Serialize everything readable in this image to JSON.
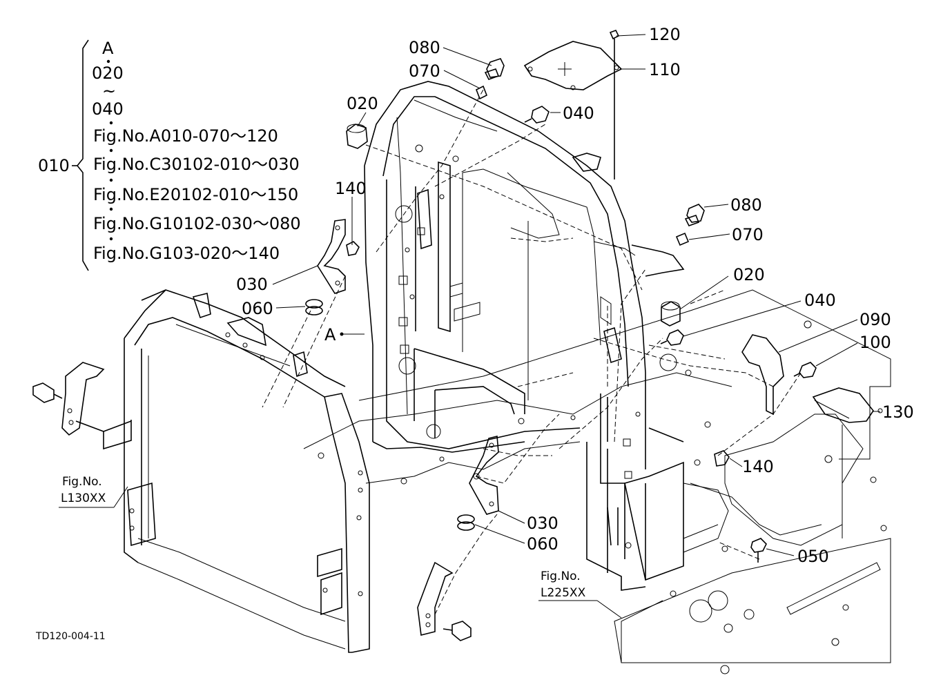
{
  "legend": {
    "group_part": "010",
    "lines": [
      "A",
      "020",
      "~",
      "040",
      "Fig.No.A010-070～120",
      "Fig.No.C30102-010～030",
      "Fig.No.E20102-010～150",
      "Fig.No.G10102-030～080",
      "Fig.No.G103-020～140"
    ]
  },
  "part_labels": {
    "p080a": "080",
    "p070a": "070",
    "p120": "120",
    "p110": "110",
    "p020a": "020",
    "p040a": "040",
    "p140a": "140",
    "p030a": "030",
    "p060a": "060",
    "pA": "A",
    "p080b": "080",
    "p070b": "070",
    "p020b": "020",
    "p040b": "040",
    "p090": "090",
    "p100": "100",
    "p130": "130",
    "p140b": "140",
    "p030b": "030",
    "p060b": "060",
    "p050": "050"
  },
  "fig_refs": {
    "left": {
      "line1": "Fig.No.",
      "line2": "L130XX"
    },
    "bottom": {
      "line1": "Fig.No.",
      "line2": "L225XX"
    }
  },
  "drawing_code": "TD120-004-11"
}
